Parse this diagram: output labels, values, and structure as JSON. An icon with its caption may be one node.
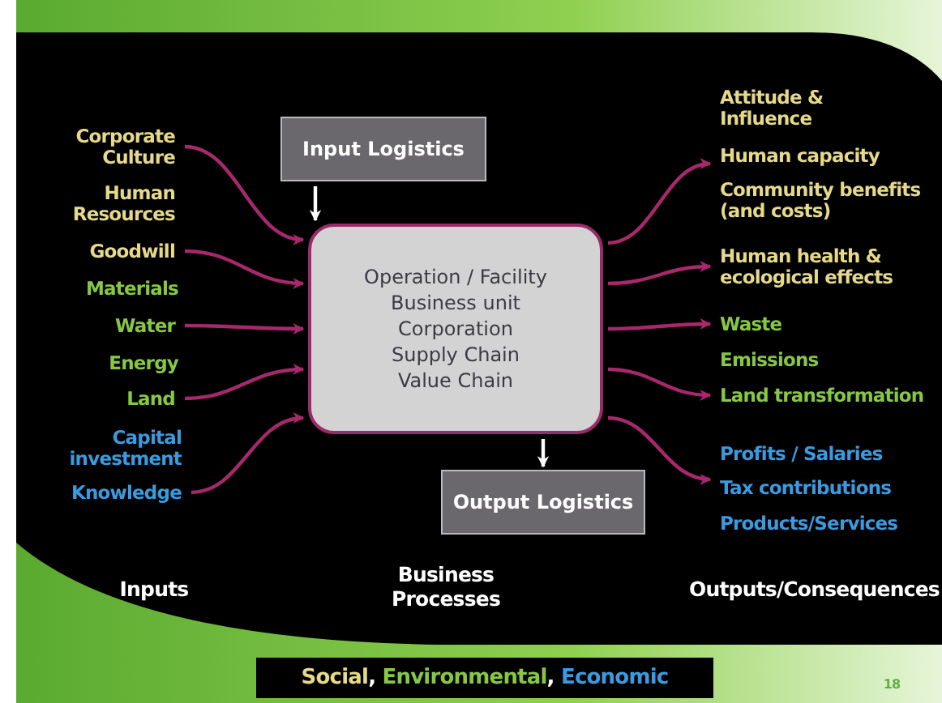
{
  "diagram": {
    "nodes": [
      {
        "text": [
          "Input Logistics"
        ]
      },
      {
        "text": [
          "Operation / Facility",
          "Business unit",
          "Corporation",
          "Supply Chain",
          "Value Chain"
        ]
      },
      {
        "text": [
          "Output Logistics"
        ]
      },
      {
        "text": [
          "Corporate Culture"
        ]
      },
      {
        "text": [
          "Goodwill"
        ]
      },
      {
        "text": [
          "Water"
        ]
      },
      {
        "text": [
          "Land"
        ]
      },
      {
        "text": [
          "Knowledge"
        ]
      },
      {
        "text": [
          "Human capacity"
        ]
      },
      {
        "text": [
          "Human health & ecological effects"
        ]
      },
      {
        "text": [
          "Waste"
        ]
      },
      {
        "text": [
          "Land transformation"
        ]
      },
      {
        "text": [
          "Tax contributions"
        ]
      },
      {
        "text": [
          "Social,",
          "Environmental,",
          "Economic"
        ]
      }
    ],
    "edges": [
      {
        "from": 0,
        "to": 1,
        "arrow": "to",
        "color": "#ffffff"
      },
      {
        "from": 1,
        "to": 2,
        "arrow": "to",
        "color": "#ffffff"
      },
      {
        "from": 3,
        "to": 1,
        "arrow": "to"
      },
      {
        "from": 4,
        "to": 1,
        "arrow": "to"
      },
      {
        "from": 5,
        "to": 1,
        "arrow": "to"
      },
      {
        "from": 6,
        "to": 1,
        "arrow": "to"
      },
      {
        "from": 7,
        "to": 1,
        "arrow": "to"
      },
      {
        "from": 1,
        "to": 8,
        "arrow": "to"
      },
      {
        "from": 1,
        "to": 9,
        "arrow": "to"
      },
      {
        "from": 1,
        "to": 10,
        "arrow": "to"
      },
      {
        "from": 1,
        "to": 11,
        "arrow": "to"
      },
      {
        "from": 1,
        "to": 12,
        "arrow": "to"
      }
    ],
    "labels": [
      "Attitude & Influence",
      "Human Resources",
      "Community benefits (and costs)",
      "Materials",
      "Energy",
      "Emissions",
      "Capital investment",
      "Profits / Salaries",
      "Products/Services",
      "Inputs",
      "Business Processes",
      "Outputs/Consequences",
      "18"
    ]
  }
}
